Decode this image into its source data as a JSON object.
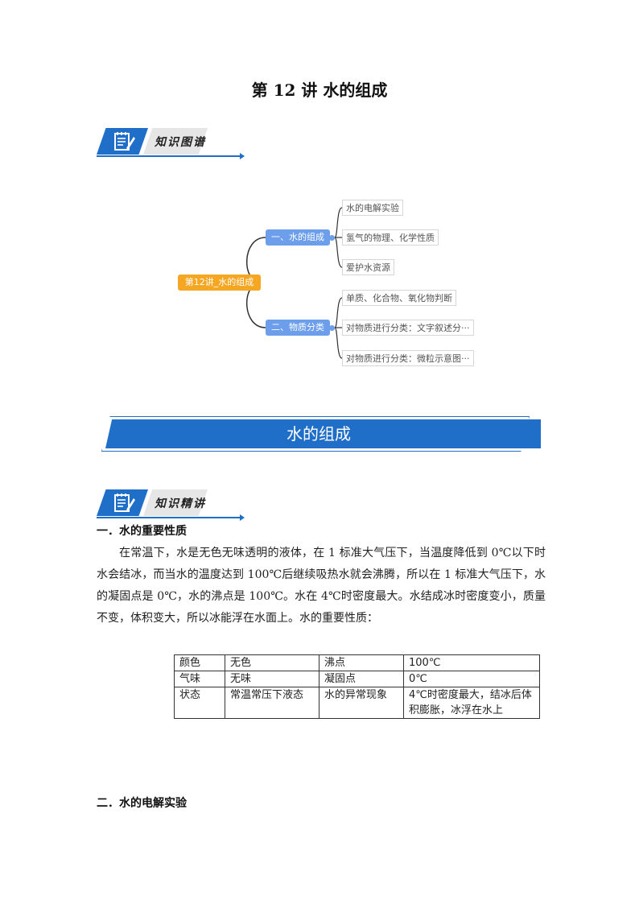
{
  "title": "第 12 讲  水的组成",
  "tags": {
    "map": "知识图谱",
    "lecture": "知识精讲"
  },
  "mindmap": {
    "root": "第12讲_水的组成",
    "branches": [
      {
        "label": "一、水的组成",
        "leaves": [
          "水的电解实验",
          "氢气的物理、化学性质",
          "爱护水资源"
        ]
      },
      {
        "label": "二、物质分类",
        "leaves": [
          "单质、化合物、氧化物判断",
          "对物质进行分类：文字叙述分···",
          "对物质进行分类：微粒示意图···"
        ]
      }
    ]
  },
  "banner": "水的组成",
  "section1": {
    "heading": "一．水的重要性质",
    "paragraph": "在常温下，水是无色无味透明的液体，在 1 标准大气压下，当温度降低到 0℃以下时水会结冰，而当水的温度达到 100℃后继续吸热水就会沸腾，所以在 1 标准大气压下，水的凝固点是 0℃，水的沸点是 100℃。水在 4℃时密度最大。水结成冰时密度变小，质量不变，体积变大，所以冰能浮在水面上。水的重要性质："
  },
  "table": {
    "rows": [
      [
        "颜色",
        "无色",
        "沸点",
        "100℃"
      ],
      [
        "气味",
        "无味",
        "凝固点",
        "0℃"
      ],
      [
        "状态",
        "常温常压下液态",
        "水的异常现象",
        "4℃时密度最大，结冰后体积膨胀，冰浮在水上"
      ]
    ]
  },
  "section2": {
    "heading": "二．水的电解实验"
  },
  "colors": {
    "brand_blue": "#1f6fc8",
    "root_orange": "#f5a623",
    "branch_blue": "#6d9eeb"
  }
}
